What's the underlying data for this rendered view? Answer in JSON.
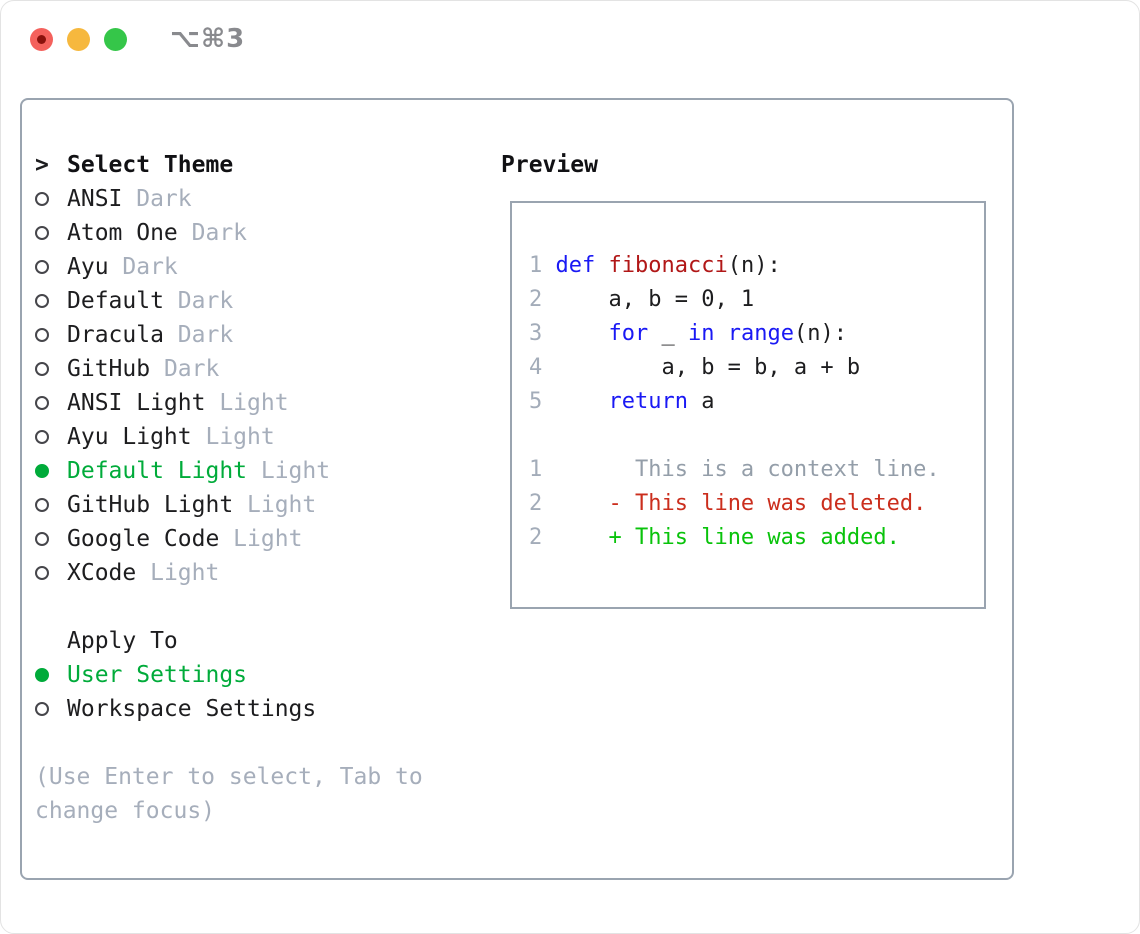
{
  "window": {
    "shortcut": "⌥⌘3"
  },
  "colors": {
    "accent_selected_green": "#00ab3a",
    "diff_added_green": "#09c30b",
    "diff_deleted_red": "#cb2e1d",
    "keyword_blue": "#1a19f4",
    "function_red": "#b11717",
    "muted_gray": "#a6aebb",
    "panel_border": "#9aa4b0",
    "traffic_red": "#f4615c",
    "traffic_yellow": "#f6b83e",
    "traffic_green": "#35c649"
  },
  "theme_selector": {
    "pointer": ">",
    "header": "Select Theme",
    "items": [
      {
        "name": "ANSI",
        "variant": "Dark",
        "selected": false
      },
      {
        "name": "Atom One",
        "variant": "Dark",
        "selected": false
      },
      {
        "name": "Ayu",
        "variant": "Dark",
        "selected": false
      },
      {
        "name": "Default",
        "variant": "Dark",
        "selected": false
      },
      {
        "name": "Dracula",
        "variant": "Dark",
        "selected": false
      },
      {
        "name": "GitHub",
        "variant": "Dark",
        "selected": false
      },
      {
        "name": "ANSI Light",
        "variant": "Light",
        "selected": false
      },
      {
        "name": "Ayu Light",
        "variant": "Light",
        "selected": false
      },
      {
        "name": "Default Light",
        "variant": "Light",
        "selected": true
      },
      {
        "name": "GitHub Light",
        "variant": "Light",
        "selected": false
      },
      {
        "name": "Google Code",
        "variant": "Light",
        "selected": false
      },
      {
        "name": "XCode",
        "variant": "Light",
        "selected": false
      }
    ]
  },
  "apply_to": {
    "header": "Apply To",
    "options": [
      {
        "label": "User Settings",
        "selected": true
      },
      {
        "label": "Workspace Settings",
        "selected": false
      }
    ]
  },
  "help_lines": [
    "(Use Enter to select, Tab to",
    "change focus)"
  ],
  "preview": {
    "header": "Preview",
    "lines": [
      [
        {
          "t": "1 ",
          "c": "ln"
        },
        {
          "t": "def",
          "c": "kw"
        },
        {
          "t": " ",
          "c": "pl"
        },
        {
          "t": "fibonacci",
          "c": "fn"
        },
        {
          "t": "(n):",
          "c": "pl"
        }
      ],
      [
        {
          "t": "2 ",
          "c": "ln"
        },
        {
          "t": "    a, b = 0, 1",
          "c": "pl"
        }
      ],
      [
        {
          "t": "3 ",
          "c": "ln"
        },
        {
          "t": "    ",
          "c": "pl"
        },
        {
          "t": "for",
          "c": "kw"
        },
        {
          "t": " _ ",
          "c": "pl"
        },
        {
          "t": "in",
          "c": "kw"
        },
        {
          "t": " ",
          "c": "pl"
        },
        {
          "t": "range",
          "c": "kw"
        },
        {
          "t": "(n):",
          "c": "pl"
        }
      ],
      [
        {
          "t": "4 ",
          "c": "ln"
        },
        {
          "t": "        a, b = b, a + b",
          "c": "pl"
        }
      ],
      [
        {
          "t": "5 ",
          "c": "ln"
        },
        {
          "t": "    ",
          "c": "pl"
        },
        {
          "t": "return",
          "c": "kw"
        },
        {
          "t": " a",
          "c": "pl"
        }
      ],
      [],
      [
        {
          "t": "1       ",
          "c": "ln"
        },
        {
          "t": "This is a context line.",
          "c": "ctx"
        }
      ],
      [
        {
          "t": "2     ",
          "c": "ln"
        },
        {
          "t": "- This line was deleted.",
          "c": "del"
        }
      ],
      [
        {
          "t": "2     ",
          "c": "ln"
        },
        {
          "t": "+ This line was added.",
          "c": "add"
        }
      ]
    ]
  }
}
